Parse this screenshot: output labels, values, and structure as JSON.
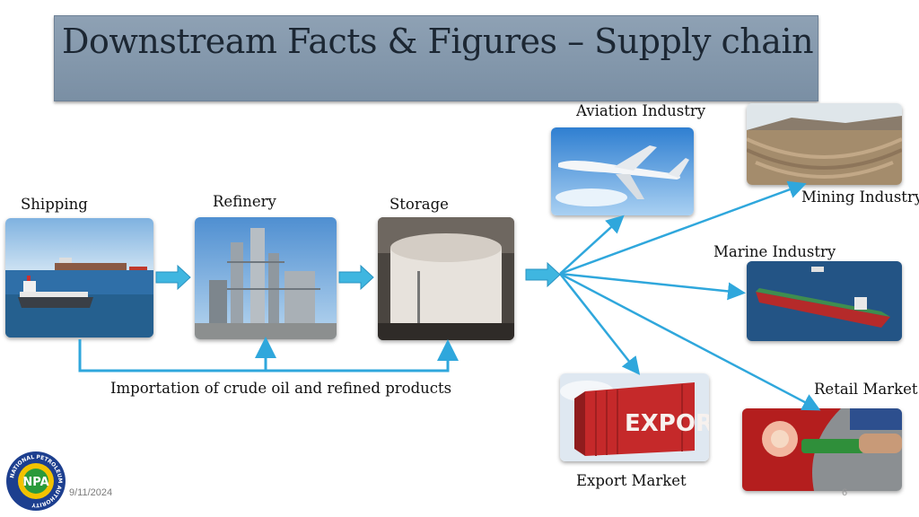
{
  "slide": {
    "title": "Downstream Facts & Figures – Supply chain",
    "date": "9/11/2024",
    "page_number": "6"
  },
  "logo": {
    "initials": "NPA",
    "text": "NATIONAL PETROLEUM AUTHORITY"
  },
  "chain": {
    "shipping": "Shipping",
    "refinery": "Refinery",
    "storage": "Storage",
    "import_caption": "Importation of crude oil and refined products"
  },
  "destinations": {
    "aviation": "Aviation Industry",
    "mining": "Mining Industry",
    "marine": "Marine Industry",
    "retail": "Retail Market",
    "export": "Export Market"
  },
  "export_sign": "EXPORT",
  "colors": {
    "title_bar": "#7f93a8",
    "arrow": "#3fb6e0",
    "line": "#2fa7dc"
  }
}
